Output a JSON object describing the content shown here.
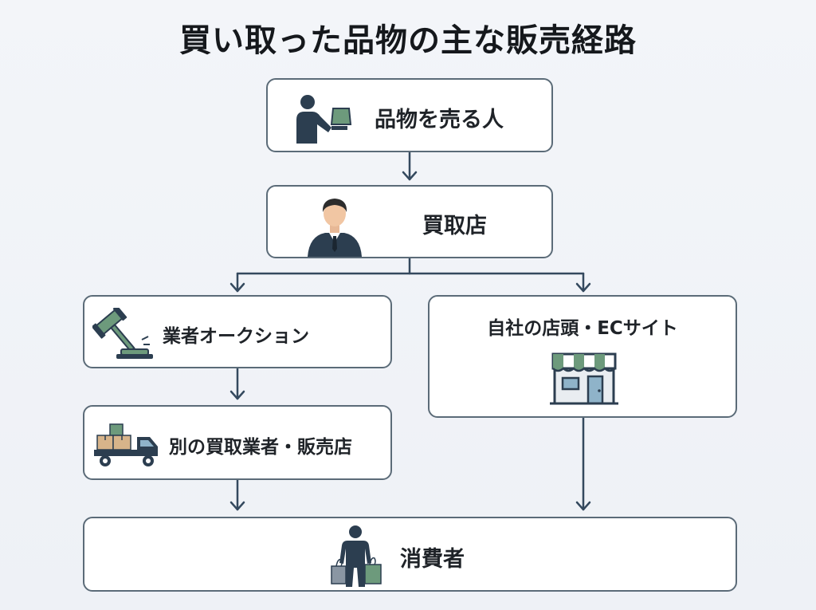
{
  "title": "買い取った品物の主な販売経路",
  "nodes": {
    "seller": {
      "label": "品物を売る人",
      "icon": "person-handing-item-icon"
    },
    "buyback_shop": {
      "label": "買取店",
      "icon": "businessman-icon"
    },
    "auction": {
      "label": "業者オークション",
      "icon": "gavel-icon"
    },
    "own_store": {
      "label": "自社の店頭・ECサイト",
      "icon": "storefront-icon"
    },
    "other_dealer": {
      "label": "別の買取業者・販売店",
      "icon": "delivery-truck-icon"
    },
    "consumer": {
      "label": "消費者",
      "icon": "shopper-with-bags-icon"
    }
  },
  "edges": [
    {
      "from": "品物を売る人",
      "to": "買取店"
    },
    {
      "from": "買取店",
      "to": "業者オークション"
    },
    {
      "from": "買取店",
      "to": "自社の店頭・ECサイト"
    },
    {
      "from": "業者オークション",
      "to": "別の買取業者・販売店"
    },
    {
      "from": "別の買取業者・販売店",
      "to": "消費者"
    },
    {
      "from": "自社の店頭・ECサイト",
      "to": "消費者"
    }
  ],
  "colors": {
    "line": "#34495e",
    "box_border": "#5b6b78",
    "accent_green": "#6d9a7c",
    "icon_dark": "#2c3e50"
  }
}
